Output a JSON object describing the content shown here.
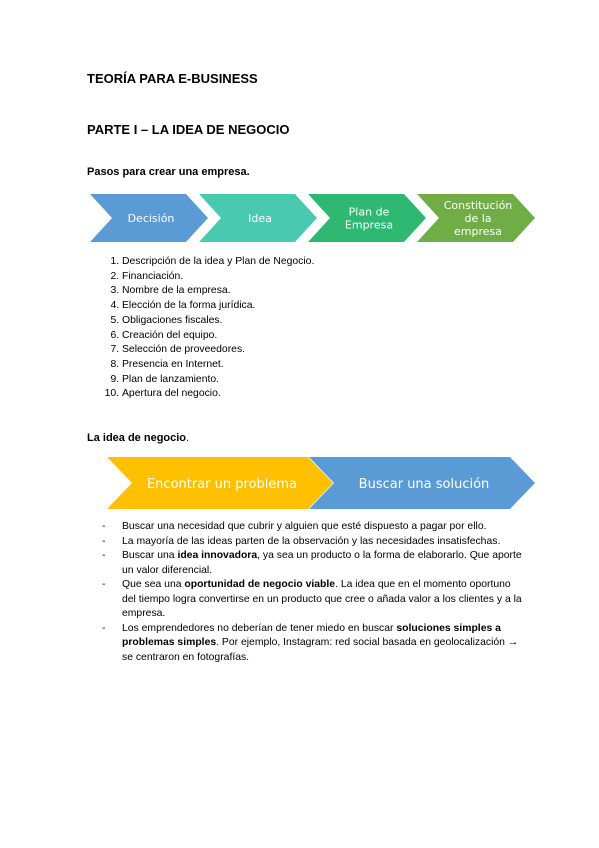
{
  "title": "TEORÍA PARA E-BUSINESS",
  "part_title": "PARTE I – LA IDEA DE NEGOCIO",
  "section1": {
    "heading": "Pasos para crear una empresa.",
    "chevrons": [
      {
        "lines": [
          "Decisión"
        ],
        "color": "#5B9BD5"
      },
      {
        "lines": [
          "Idea"
        ],
        "color": "#48C9B0"
      },
      {
        "lines": [
          "Plan de",
          "Empresa"
        ],
        "color": "#2EB872"
      },
      {
        "lines": [
          "Constitución",
          "de la",
          "empresa"
        ],
        "color": "#70AD47"
      }
    ],
    "steps": [
      "Descripción de la idea y Plan de Negocio.",
      "Financiación.",
      "Nombre de la empresa.",
      "Elección de la forma jurídica.",
      "Obligaciones fiscales.",
      "Creación del equipo.",
      "Selección de proveedores.",
      "Presencia en Internet.",
      "Plan de lanzamiento.",
      "Apertura del negocio."
    ]
  },
  "section2": {
    "heading_bold": "La idea de negocio",
    "heading_tail": ".",
    "chevrons": [
      {
        "label": "Encontrar un problema",
        "color": "#FFC000"
      },
      {
        "label": "Buscar una solución",
        "color": "#5B9BD5"
      }
    ],
    "bullet_marker": "-",
    "bullets": [
      [
        {
          "t": "Buscar una necesidad que cubrir y alguien que esté dispuesto a pagar por ello."
        }
      ],
      [
        {
          "t": "La mayoría de las ideas parten de la observación y las necesidades insatisfechas."
        }
      ],
      [
        {
          "t": "Buscar una "
        },
        {
          "t": "idea innovadora",
          "b": true
        },
        {
          "t": ", ya sea un producto o la forma de elaborarlo. Que aporte un valor diferencial."
        }
      ],
      [
        {
          "t": "Que sea una "
        },
        {
          "t": "oportunidad de negocio viable",
          "b": true
        },
        {
          "t": ". La idea que en el momento oportuno del tiempo logra convertirse en un producto que cree o añada valor a los clientes y a la empresa."
        }
      ],
      [
        {
          "t": "Los emprendedores no deberían de tener miedo en buscar "
        },
        {
          "t": "soluciones simples a problemas simples",
          "b": true
        },
        {
          "t": ". Por ejemplo, Instagram: red social basada en geolocalización → se centraron en fotografías."
        }
      ]
    ]
  }
}
